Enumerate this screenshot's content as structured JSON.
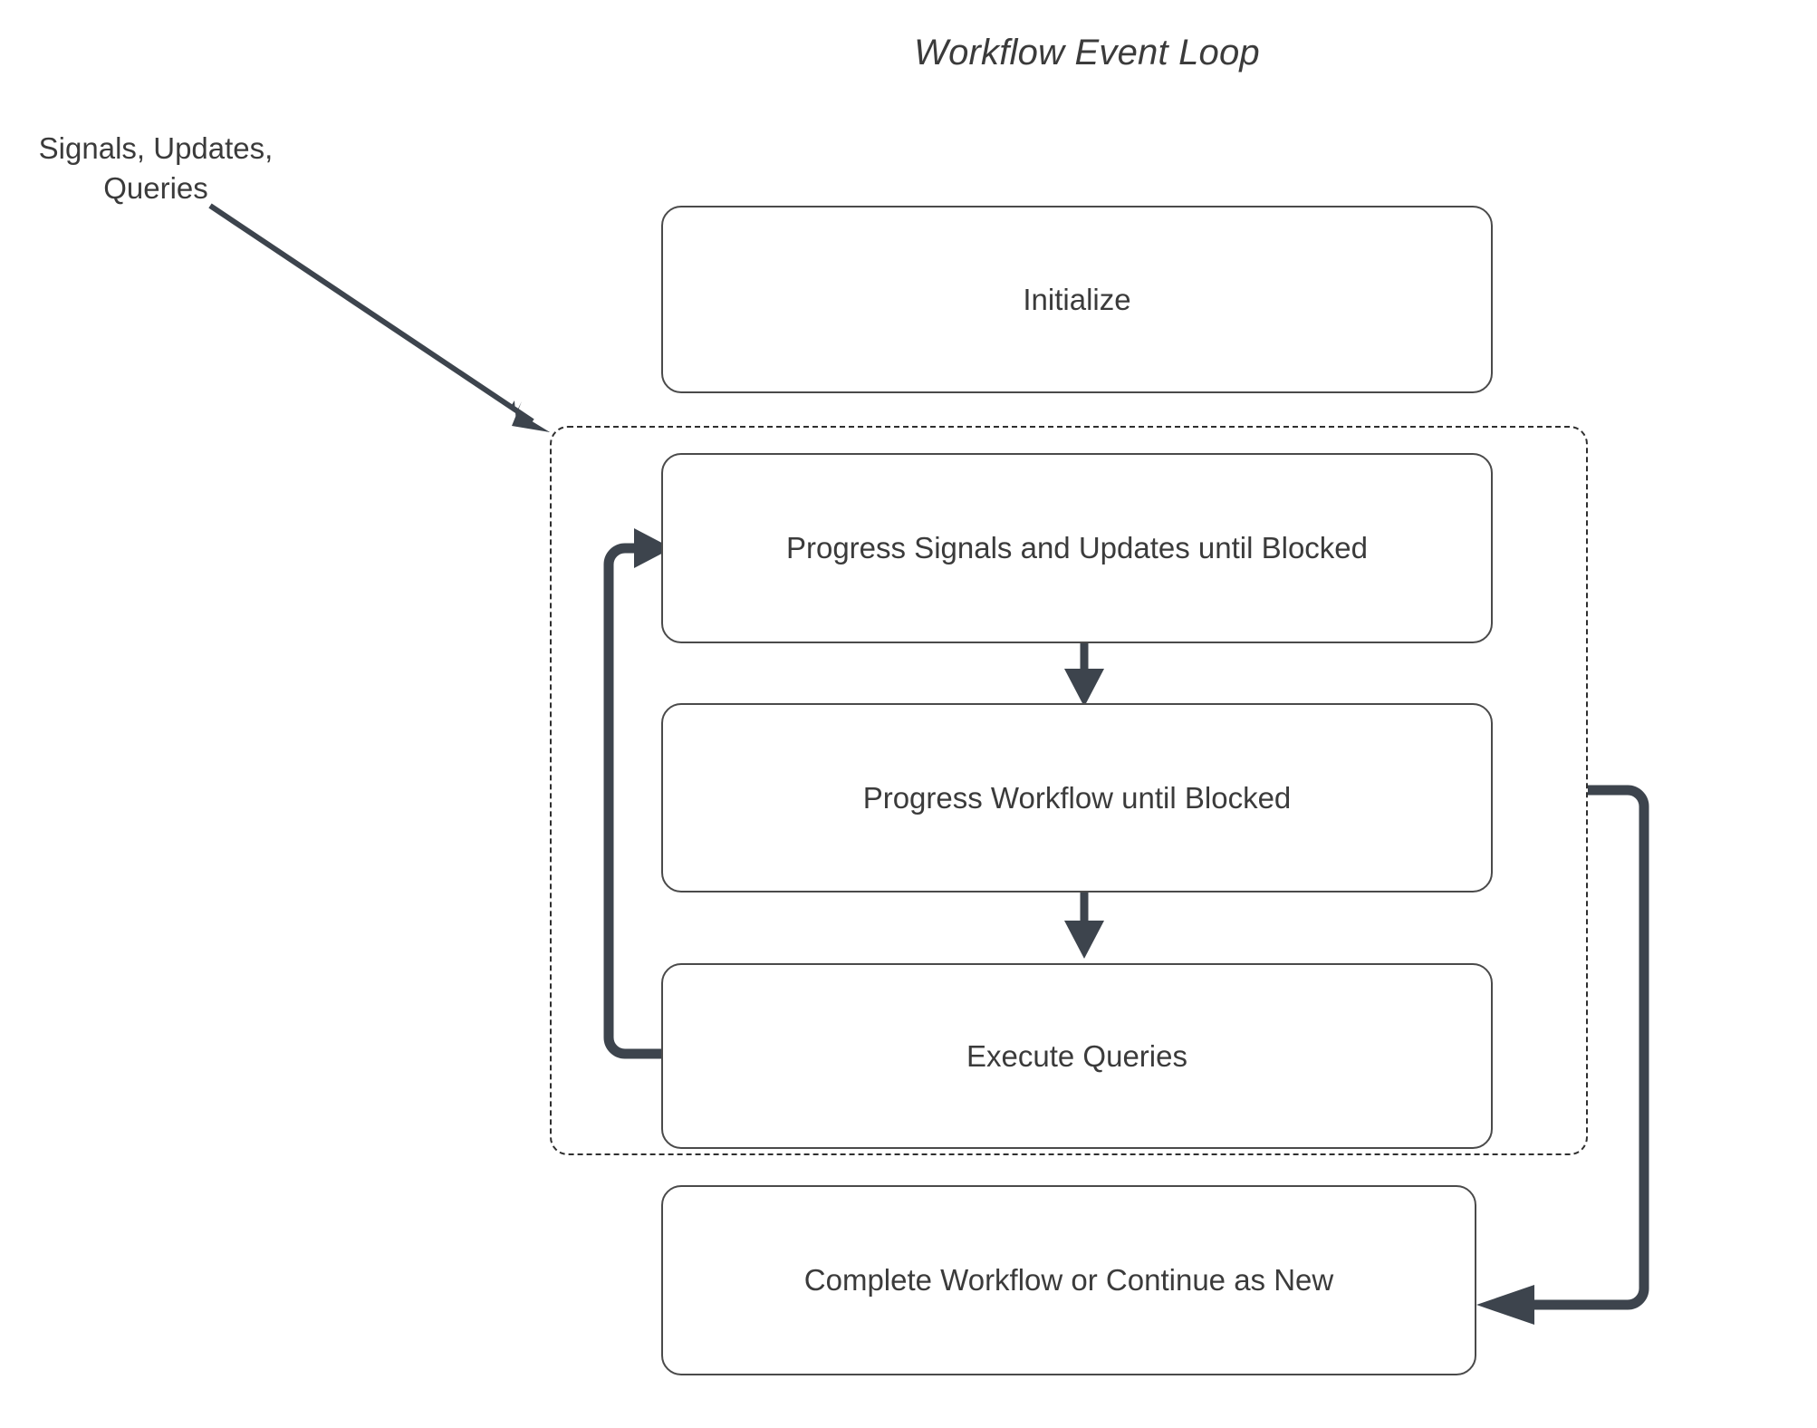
{
  "diagram": {
    "title": "Workflow Event Loop",
    "input_label": {
      "line1": "Signals, Updates,",
      "line2": "Queries"
    },
    "colors": {
      "node_border": "#4a4a4a",
      "node_fill": "#ffffff",
      "text": "#3b3b3b",
      "connector": "#3d444d",
      "dashed_border": "#2f2f2f",
      "background": "#ffffff"
    },
    "loop_container": {
      "name": "event-loop-group",
      "style": "dashed"
    },
    "nodes": [
      {
        "id": "initialize",
        "label": "Initialize"
      },
      {
        "id": "progress-signals",
        "label": "Progress Signals and Updates until Blocked"
      },
      {
        "id": "progress-workflow",
        "label": "Progress Workflow until Blocked"
      },
      {
        "id": "execute-queries",
        "label": "Execute Queries"
      },
      {
        "id": "complete-workflow",
        "label": "Complete Workflow or Continue as New"
      }
    ],
    "connectors": [
      {
        "id": "input-to-loop",
        "from": "Signals, Updates, Queries",
        "to": "event-loop-group",
        "kind": "diagonal-arrow"
      },
      {
        "id": "signals-to-workflow",
        "from": "progress-signals",
        "to": "progress-workflow",
        "kind": "down-arrow"
      },
      {
        "id": "workflow-to-queries",
        "from": "progress-workflow",
        "to": "execute-queries",
        "kind": "down-arrow"
      },
      {
        "id": "queries-back-to-signals",
        "from": "execute-queries",
        "to": "progress-signals",
        "kind": "loop-back-arrow"
      },
      {
        "id": "loop-to-complete",
        "from": "event-loop-group",
        "to": "complete-workflow",
        "kind": "right-side-arrow"
      }
    ]
  }
}
